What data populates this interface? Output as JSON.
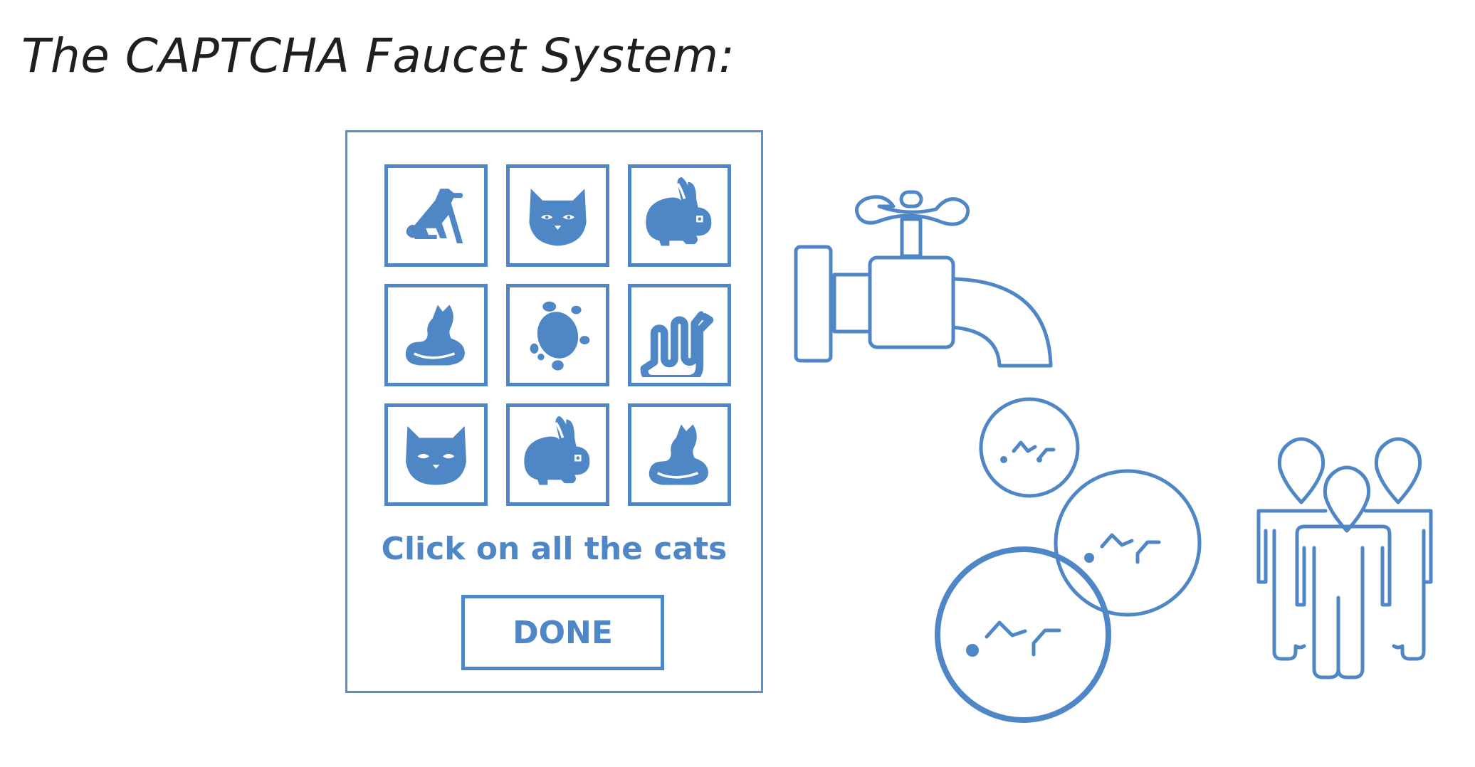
{
  "title": "The CAPTCHA Faucet System:",
  "captcha": {
    "tiles": [
      {
        "animal": "dog-icon"
      },
      {
        "animal": "cat-face-icon"
      },
      {
        "animal": "rabbit-icon"
      },
      {
        "animal": "cat-sitting-icon"
      },
      {
        "animal": "turtle-icon"
      },
      {
        "animal": "snake-icon"
      },
      {
        "animal": "cat-face-icon"
      },
      {
        "animal": "rabbit-icon"
      },
      {
        "animal": "cat-sitting-icon"
      }
    ],
    "instruction": "Click on all the cats",
    "done_label": "DONE"
  },
  "illustration": {
    "faucet": "faucet-icon",
    "coins": "nano-coin-icon",
    "users": "users-group-icon"
  },
  "colors": {
    "accent": "#4f86c6",
    "title_text": "#1f1f1f",
    "background": "#ffffff"
  }
}
